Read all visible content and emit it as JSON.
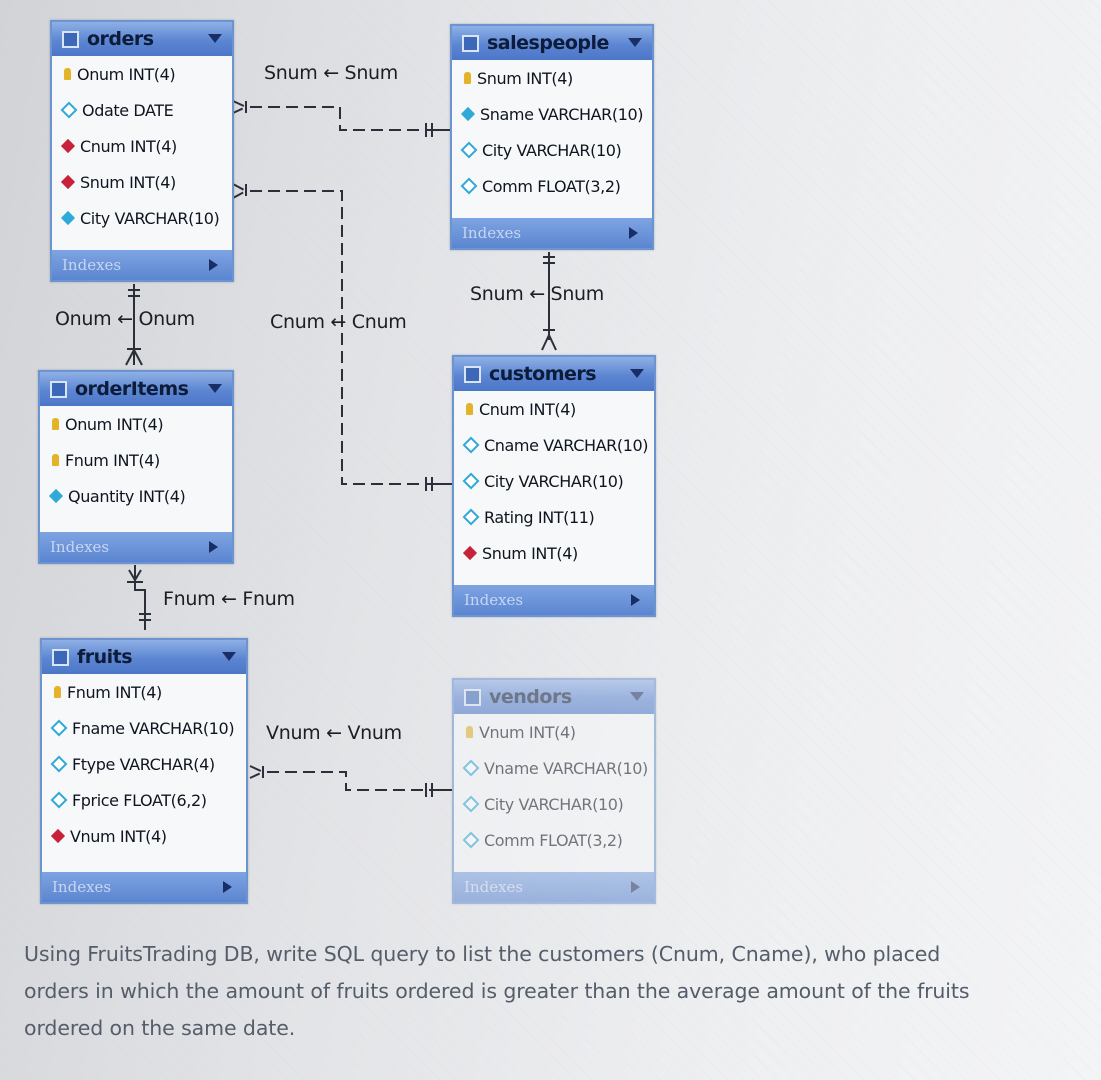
{
  "tables": {
    "orders": {
      "name": "orders",
      "columns": [
        {
          "text": "Onum INT(4)",
          "icon": "primary-key-icon"
        },
        {
          "text": "Odate DATE",
          "icon": "optional-column-icon"
        },
        {
          "text": "Cnum INT(4)",
          "icon": "foreign-key-icon"
        },
        {
          "text": "Snum INT(4)",
          "icon": "foreign-key-icon"
        },
        {
          "text": "City VARCHAR(10)",
          "icon": "column-icon"
        }
      ],
      "indexes": "Indexes"
    },
    "salespeople": {
      "name": "salespeople",
      "columns": [
        {
          "text": "Snum INT(4)",
          "icon": "primary-key-icon"
        },
        {
          "text": "Sname VARCHAR(10)",
          "icon": "column-icon"
        },
        {
          "text": "City VARCHAR(10)",
          "icon": "optional-column-icon"
        },
        {
          "text": "Comm FLOAT(3,2)",
          "icon": "optional-column-icon"
        }
      ],
      "indexes": "Indexes"
    },
    "orderItems": {
      "name": "orderItems",
      "columns": [
        {
          "text": "Onum INT(4)",
          "icon": "primary-key-icon"
        },
        {
          "text": "Fnum INT(4)",
          "icon": "primary-key-icon"
        },
        {
          "text": "Quantity INT(4)",
          "icon": "column-icon"
        }
      ],
      "indexes": "Indexes"
    },
    "customers": {
      "name": "customers",
      "columns": [
        {
          "text": "Cnum INT(4)",
          "icon": "primary-key-icon"
        },
        {
          "text": "Cname VARCHAR(10)",
          "icon": "optional-column-icon"
        },
        {
          "text": "City VARCHAR(10)",
          "icon": "optional-column-icon"
        },
        {
          "text": "Rating INT(11)",
          "icon": "optional-column-icon"
        },
        {
          "text": "Snum INT(4)",
          "icon": "foreign-key-icon"
        }
      ],
      "indexes": "Indexes"
    },
    "fruits": {
      "name": "fruits",
      "columns": [
        {
          "text": "Fnum INT(4)",
          "icon": "primary-key-icon"
        },
        {
          "text": "Fname VARCHAR(10)",
          "icon": "optional-column-icon"
        },
        {
          "text": "Ftype VARCHAR(4)",
          "icon": "optional-column-icon"
        },
        {
          "text": "Fprice FLOAT(6,2)",
          "icon": "optional-column-icon"
        },
        {
          "text": "Vnum INT(4)",
          "icon": "foreign-key-icon"
        }
      ],
      "indexes": "Indexes"
    },
    "vendors": {
      "name": "vendors",
      "columns": [
        {
          "text": "Vnum INT(4)",
          "icon": "primary-key-icon"
        },
        {
          "text": "Vname VARCHAR(10)",
          "icon": "optional-column-icon"
        },
        {
          "text": "City VARCHAR(10)",
          "icon": "optional-column-icon"
        },
        {
          "text": "Comm FLOAT(3,2)",
          "icon": "optional-column-icon"
        }
      ],
      "indexes": "Indexes"
    }
  },
  "relationships": {
    "orders_salespeople": "Snum ← Snum",
    "orders_customers": "Cnum ← Cnum",
    "salespeople_customers": "Snum ← Snum",
    "orders_orderitems": "Onum ← Onum",
    "orderitems_fruits": "Fnum ← Fnum",
    "fruits_vendors": "Vnum ← Vnum"
  },
  "question": {
    "line1": "Using FruitsTrading DB, write SQL query to list the customers (Cnum, Cname), who placed",
    "line2": "orders in which the amount of fruits ordered is greater than the average amount of the fruits",
    "line3": "ordered on the same date."
  },
  "colors": {
    "header": "#5c86d2",
    "border": "#6c94cf",
    "primary_key": "#e3b32a",
    "foreign_key": "#c8213a",
    "column": "#2fa9d8"
  }
}
